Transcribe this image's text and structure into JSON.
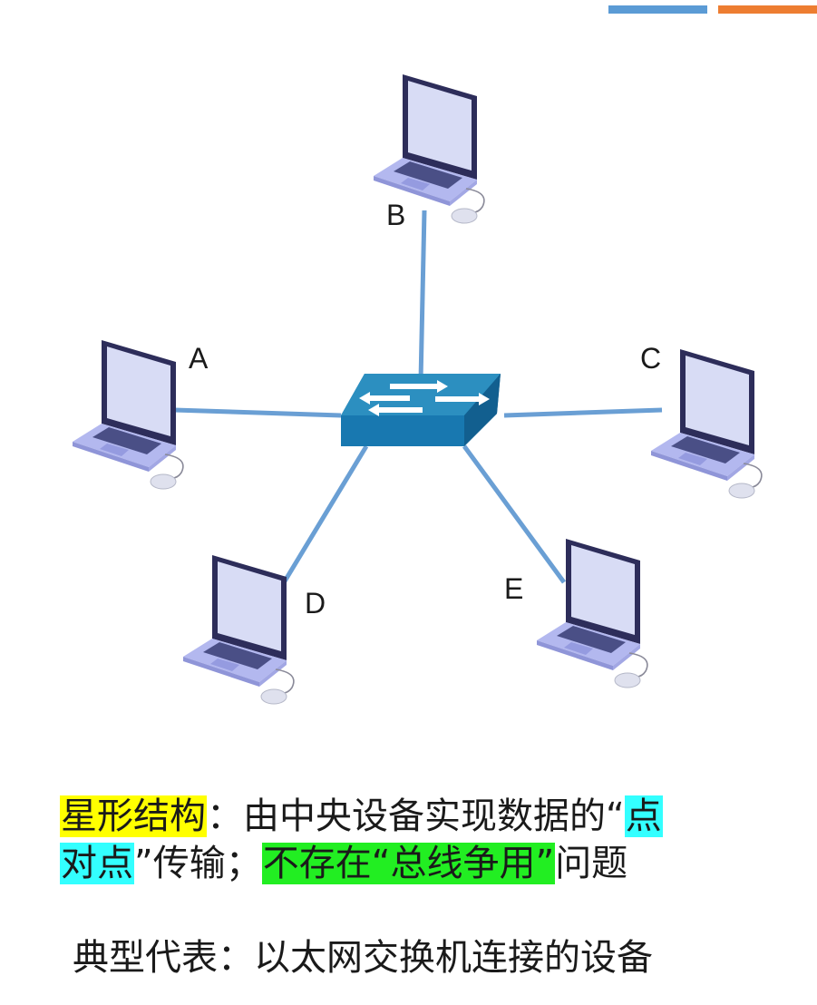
{
  "colors": {
    "accent_blue": "#5b9bd5",
    "accent_orange": "#ed7d31",
    "link": "#6a9fd4",
    "switch_top": "#2c8fc0",
    "switch_front": "#1673a8",
    "laptop_frame": "#2d2d5a",
    "laptop_screen": "#d8dcf5",
    "laptop_base": "#b3b8ef",
    "highlight_yellow": "#ffff00",
    "highlight_cyan": "#33ffff",
    "highlight_green": "#22ee22"
  },
  "diagram": {
    "center_device_icon": "network-switch-icon",
    "node_icon": "laptop-icon",
    "nodes": [
      {
        "id": "A",
        "label": "A"
      },
      {
        "id": "B",
        "label": "B"
      },
      {
        "id": "C",
        "label": "C"
      },
      {
        "id": "D",
        "label": "D"
      },
      {
        "id": "E",
        "label": "E"
      }
    ]
  },
  "caption": {
    "line1": {
      "term": "星形结构",
      "colon": "：",
      "text": "由中央设备实现数据的“",
      "hl_a": "点"
    },
    "line2": {
      "hl_b": "对点",
      "text1": "”传输；",
      "hl_c": "不存在“总线争用”",
      "text2": "问题"
    },
    "line3": "典型代表：以太网交换机连接的设备"
  }
}
